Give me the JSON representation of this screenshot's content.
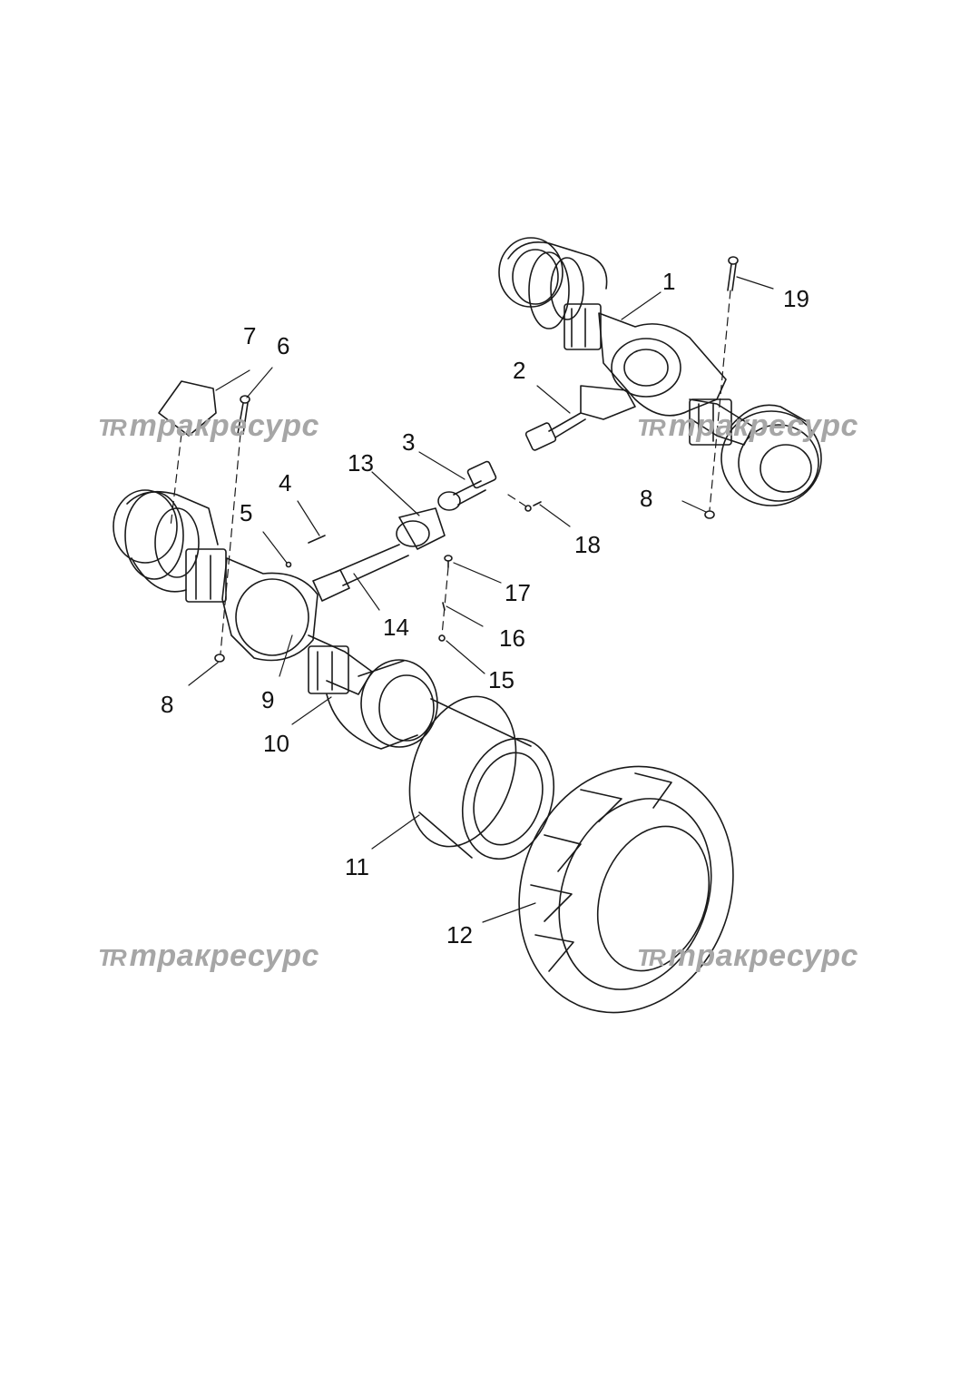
{
  "watermark": {
    "logo": "TR",
    "text": "тракресурс",
    "color": "#a6a6a6"
  },
  "callouts": {
    "c1": "1",
    "c2": "2",
    "c3": "3",
    "c4": "4",
    "c5": "5",
    "c6": "6",
    "c7": "7",
    "c8a": "8",
    "c8b": "8",
    "c9": "9",
    "c10": "10",
    "c11": "11",
    "c12": "12",
    "c13": "13",
    "c14": "14",
    "c15": "15",
    "c16": "16",
    "c17": "17",
    "c18": "18",
    "c19": "19"
  }
}
